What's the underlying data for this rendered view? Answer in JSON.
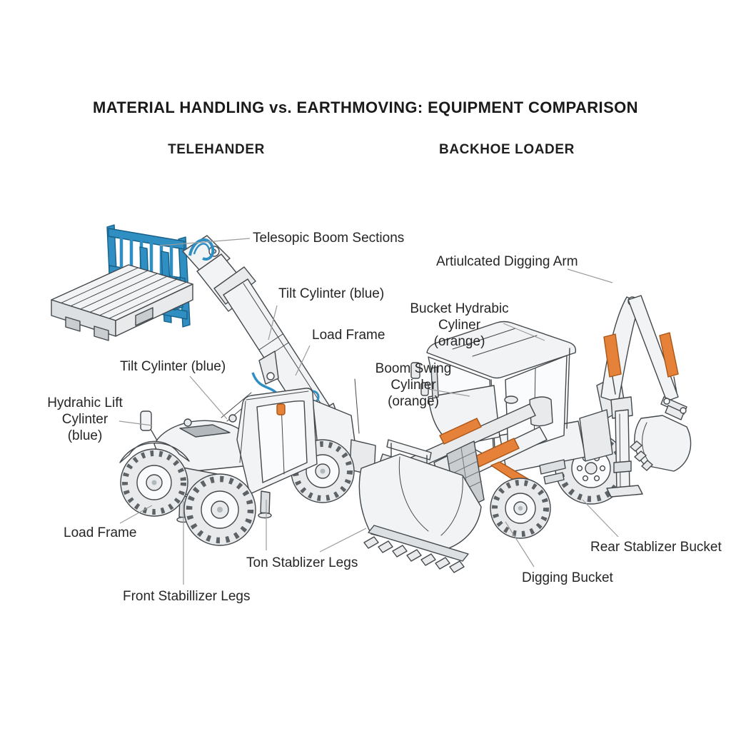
{
  "title": "MATERIAL HANDLING vs. EARTHMOVING: EQUIPMENT COMPARISON",
  "sections": {
    "left": {
      "heading": "TELEHANDER"
    },
    "right": {
      "heading": "BACKHOE LOADER"
    }
  },
  "labels": {
    "telehandler": {
      "boom_sections": "Telesopic Boom Sections",
      "tilt_cylinder_upper": "Tilt Cylinter (blue)",
      "load_frame_upper": "Load Frame",
      "tilt_cylinder_lower": "Tilt Cylinter (blue)",
      "hydraulic_lift_cylinder": "Hydrahic Lift Cylinter",
      "hydraulic_lift_cylinder_note": "(blue)",
      "load_frame_lower": "Load Frame",
      "top_stabilizer_legs": "Ton Stablizer Legs",
      "front_stabilizer_legs": "Front Stabillizer Legs"
    },
    "backhoe": {
      "digging_arm": "Artiulcated Digging Arm",
      "bucket_cylinder": "Bucket Hydrabic Cyliner",
      "bucket_cylinder_note": "(orange)",
      "boom_swing_cylinder": "Boom Swing Cylinler",
      "boom_swing_cylinder_note": "(orange)",
      "rear_stabilizer": "Rear Stablizer Bucket",
      "digging_bucket": "Digging Bucket"
    }
  },
  "colors": {
    "accent_blue": "#2f8fc2",
    "accent_orange": "#e6813a"
  }
}
